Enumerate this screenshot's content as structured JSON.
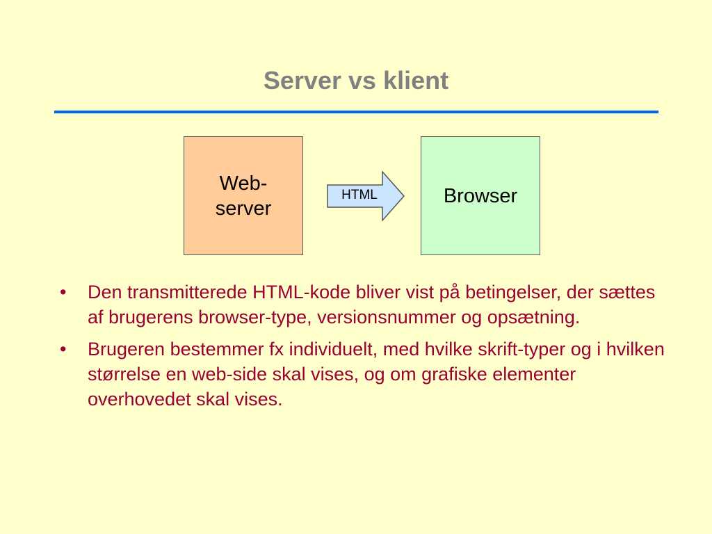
{
  "slide": {
    "title": "Server vs klient"
  },
  "diagram": {
    "source_box": {
      "label": "Web-\nserver"
    },
    "arrow": {
      "label": "HTML"
    },
    "target_box": {
      "label": "Browser"
    }
  },
  "bullets": [
    {
      "marker": "•",
      "text": "Den transmitterede HTML-kode bliver vist på betingelser, der sættes af brugerens browser-type, versionsnummer og opsætning."
    },
    {
      "marker": "•",
      "text": "Brugeren bestemmer fx individuelt, med hvilke skrift-typer og i hvilken størrelse en web-side skal vises, og om grafiske elementer overhovedet skal vises."
    }
  ],
  "colors": {
    "background": "#FFFFCC",
    "title": "#808080",
    "title_rule": "#0066E6",
    "source_box_fill": "#FFCC99",
    "target_box_fill": "#CCFFCC",
    "arrow_fill": "#CCE5FF",
    "bullet_text": "#990033"
  }
}
